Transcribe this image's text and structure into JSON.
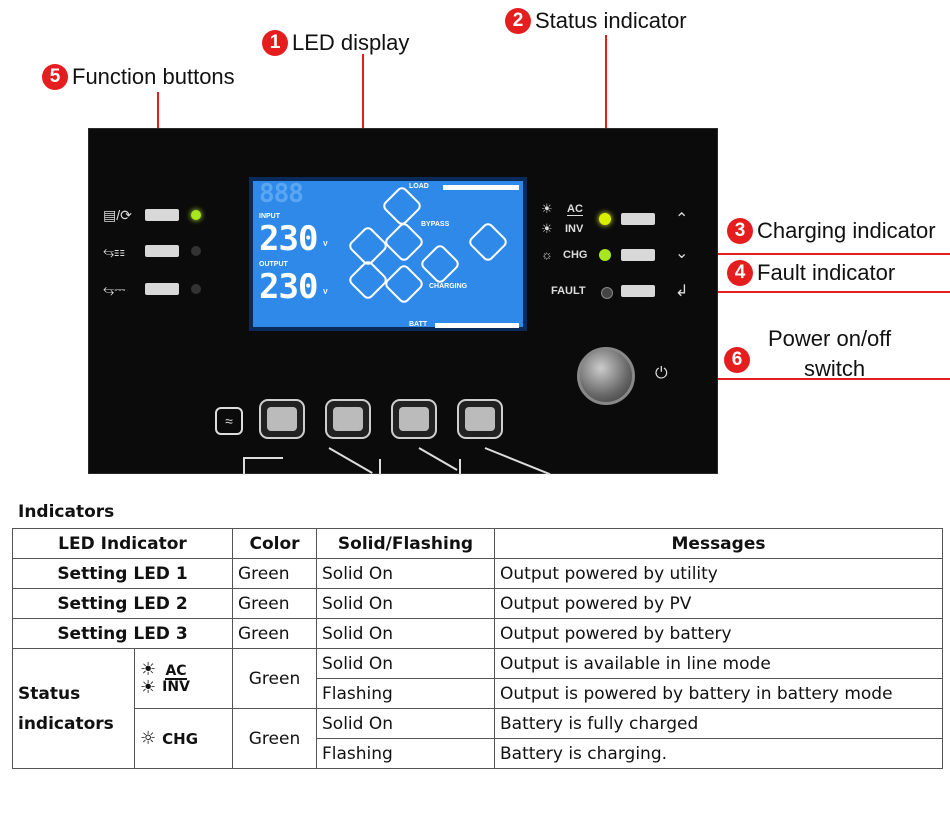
{
  "callouts": [
    {
      "num": "1",
      "label": "LED display"
    },
    {
      "num": "2",
      "label": "Status indicator"
    },
    {
      "num": "3",
      "label": "Charging indicator"
    },
    {
      "num": "4",
      "label": "Fault indicator"
    },
    {
      "num": "5",
      "label": "Function buttons"
    },
    {
      "num": "6",
      "label_line1": "Power on/off",
      "label_line2": "switch"
    }
  ],
  "panel": {
    "lcd": {
      "digits_top": "888",
      "input_label": "INPUT",
      "input_value": "230",
      "output_label": "OUTPUT",
      "output_value": "230",
      "unit": "V",
      "load_label": "LOAD",
      "bypass_label": "BYPASS",
      "charging_label": "CHARGING",
      "batt_label": "BATT"
    },
    "status_labels": {
      "ac": "AC",
      "inv": "INV",
      "chg": "CHG",
      "fault": "FAULT"
    },
    "led_colors": {
      "green": "#a8e61e",
      "yellow": "#d8f000",
      "off": "#333333",
      "fault": "#444444"
    }
  },
  "table": {
    "title": "Indicators",
    "headers": [
      "LED Indicator",
      "Color",
      "Solid/Flashing",
      "Messages"
    ],
    "rows": [
      {
        "led": "Setting LED 1",
        "color": "Green",
        "mode": "Solid On",
        "message": "Output powered by utility"
      },
      {
        "led": "Setting LED 2",
        "color": "Green",
        "mode": "Solid On",
        "message": "Output powered by PV"
      },
      {
        "led": "Setting LED 3",
        "color": "Green",
        "mode": "Solid On",
        "message": "Output powered by battery"
      }
    ],
    "status_group": {
      "label_line1": "Status",
      "label_line2": "indicators",
      "acinv": {
        "ac": "AC",
        "inv": "INV",
        "color": "Green",
        "rows": [
          {
            "mode": "Solid On",
            "message": "Output is available in line mode"
          },
          {
            "mode": "Flashing",
            "message": "Output is powered by battery in battery mode"
          }
        ]
      },
      "chg": {
        "label": "CHG",
        "color": "Green",
        "rows": [
          {
            "mode": "Solid On",
            "message": "Battery is fully charged"
          },
          {
            "mode": "Flashing",
            "message": "Battery is charging."
          }
        ]
      }
    }
  }
}
